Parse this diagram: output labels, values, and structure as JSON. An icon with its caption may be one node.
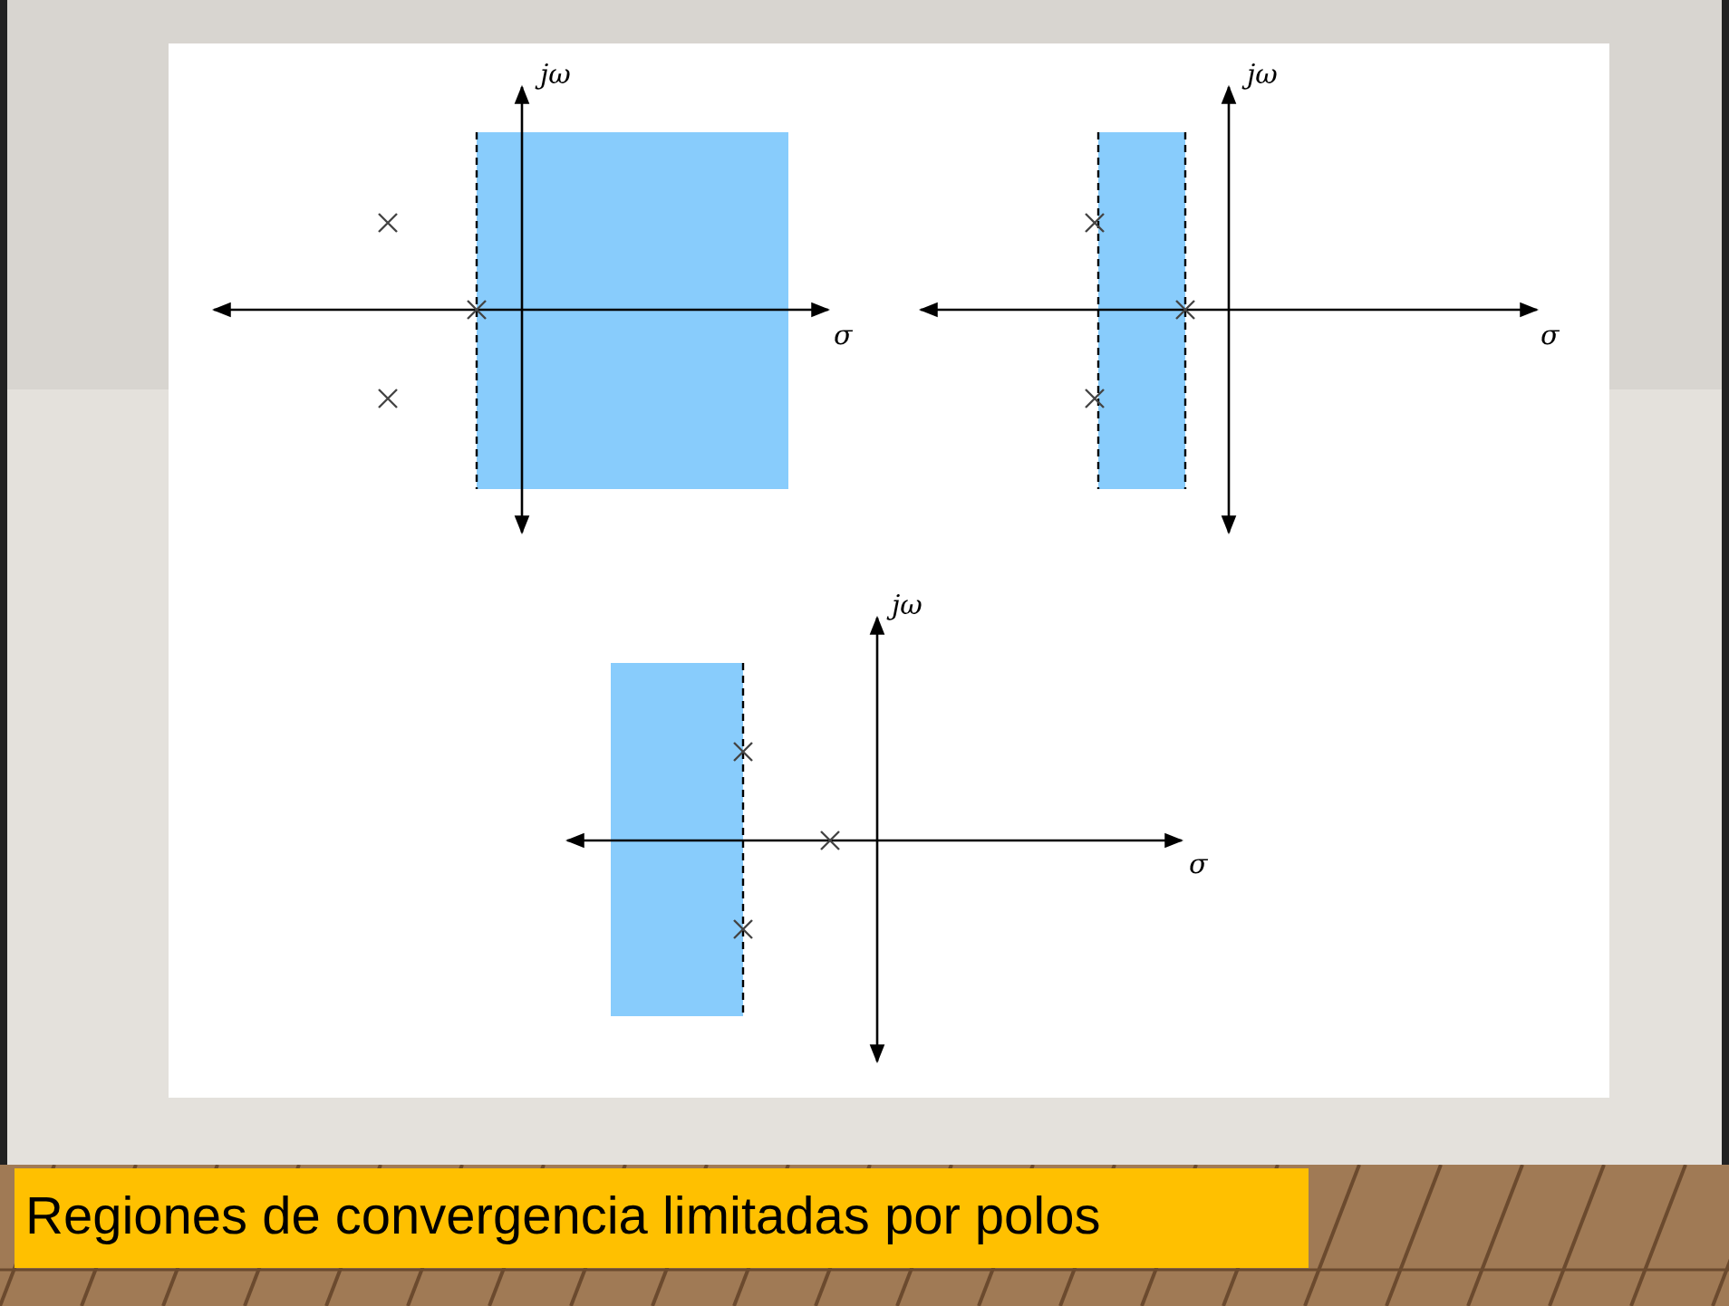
{
  "diagram": {
    "caption": "Regiones de convergencia limitadas por polos",
    "labels": [
      "jω",
      "jω",
      "σ",
      "σ",
      "jω",
      "σ"
    ]
  }
}
